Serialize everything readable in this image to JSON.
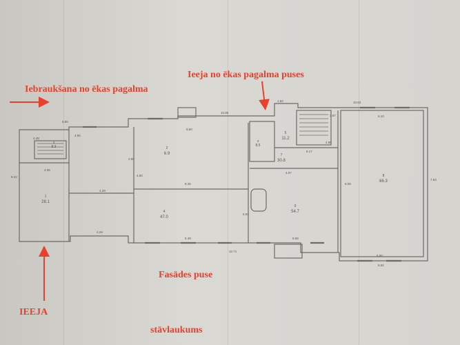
{
  "annotations": {
    "ieeja_top": "Ieeja no ēkas pagalma puses",
    "iebrauksana": "Iebraukšana no ēkas pagalma",
    "fasade": "Fasādes puse",
    "ieeja": "IEEJA",
    "parking": "stāvlaukums"
  },
  "plan": {
    "dims": {
      "d1": "9.50",
      "d2": "10.85",
      "d3": "1.50",
      "d4": "10.63",
      "d5": "6.50",
      "d6": "6.10",
      "d7": "4.48",
      "d8": "4.05",
      "d9": "4.29",
      "d10": "8.45",
      "d11": "4.29",
      "d12": "6.49",
      "d13": "5.58",
      "d14": "10.71",
      "d15": "6.00",
      "d16": "6.62",
      "d17": "5.17",
      "d18": "4.07",
      "d19": "4.89",
      "d20": "3.67",
      "d21": "4.96",
      "d22": "8.22",
      "d23": "6.08",
      "d24": "7.83",
      "d25": "2.80",
      "d26": "5.81",
      "d27": "4.83"
    },
    "rooms": {
      "r1": {
        "num": "1",
        "area": "28.1"
      },
      "r2": {
        "num": "3",
        "area": "8.3"
      },
      "r3": {
        "num": "2",
        "area": "6.9"
      },
      "r4": {
        "num": "4",
        "area": "47.0"
      },
      "r5": {
        "num": "3",
        "area": "8.5"
      },
      "r6": {
        "num": "5",
        "area": "11.2"
      },
      "r7": {
        "num": "7",
        "area": "30.8"
      },
      "r8": {
        "num": "9",
        "area": "54.7"
      },
      "r9": {
        "num": "8",
        "area": "66.3"
      }
    }
  },
  "colors": {
    "accent": "#e8402d",
    "line": "#6b6a66"
  }
}
